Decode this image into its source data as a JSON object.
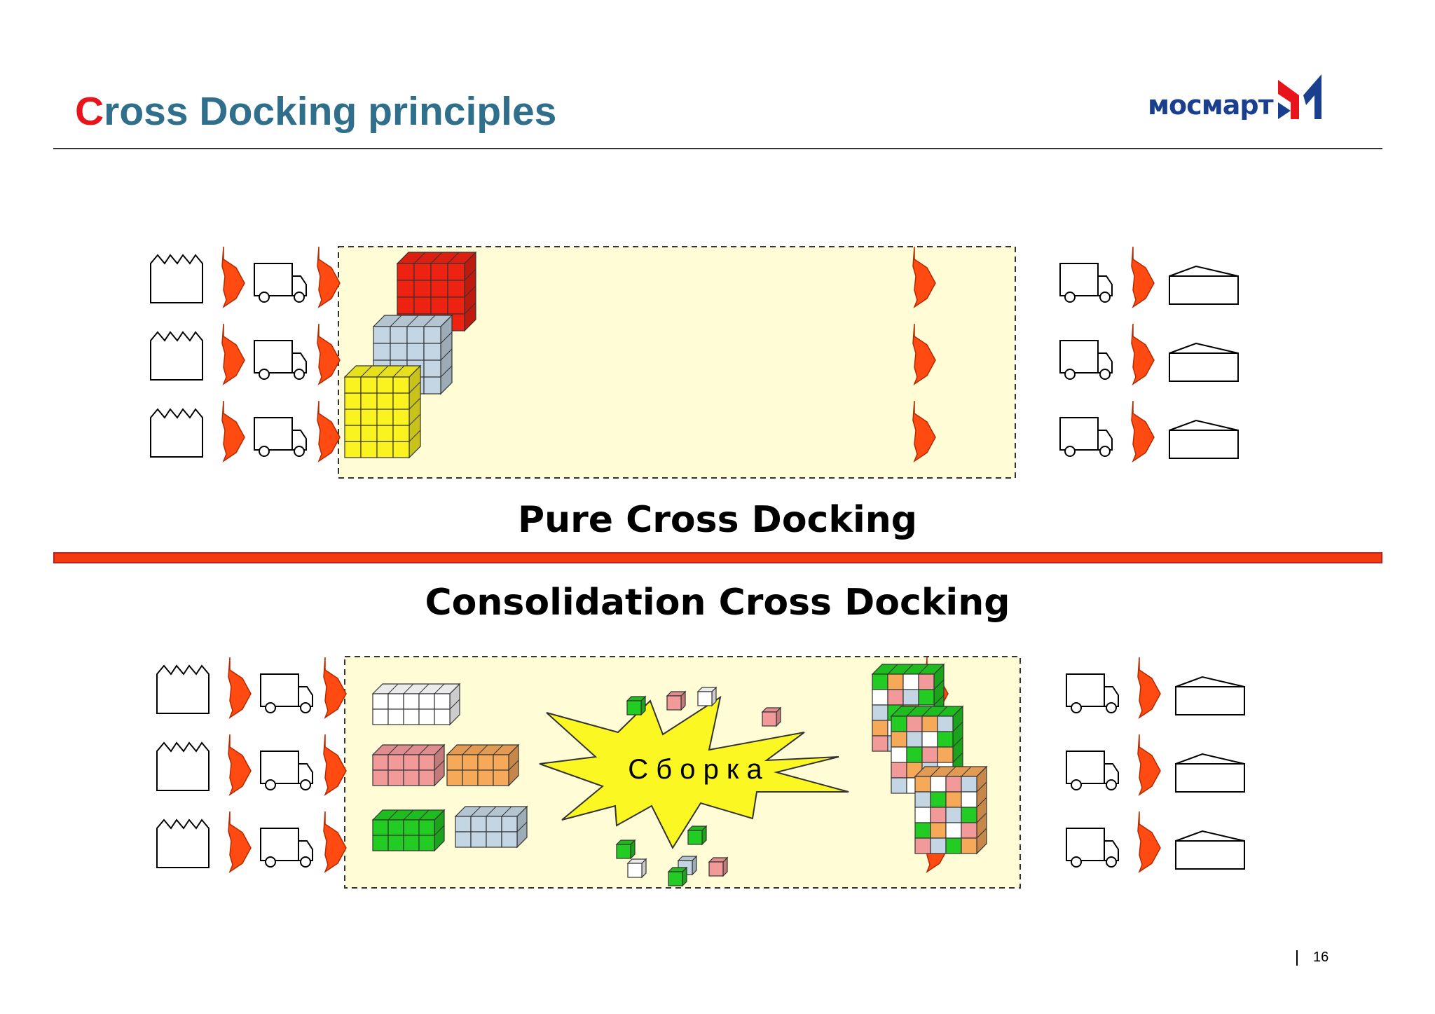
{
  "slide": {
    "title_first_letter": "C",
    "title_rest": "ross Docking principles",
    "logo_text": "мосмарт",
    "pure_label": "Pure Cross Docking",
    "consolidation_label": "Consolidation Cross Docking",
    "burst_text": "С б о р к а",
    "page_number": "16"
  },
  "colors": {
    "title": "#2f6f8c",
    "title_accent": "#e8141b",
    "arrow": "#ff4a12",
    "dock_area": "#fffcd6",
    "divider": "#f53a10",
    "burst": "#fbf723",
    "crate_red": "#ee2211",
    "crate_blue": "#c4d6e4",
    "crate_yellow": "#fbf31f",
    "crate_pink": "#f2999a",
    "crate_orange": "#f7a95a",
    "crate_green": "#22cc22",
    "crate_white": "#ffffff"
  },
  "icons": [
    "factory-icon",
    "truck-icon",
    "arrow-icon",
    "store-icon",
    "pallet-icon",
    "burst-icon"
  ]
}
